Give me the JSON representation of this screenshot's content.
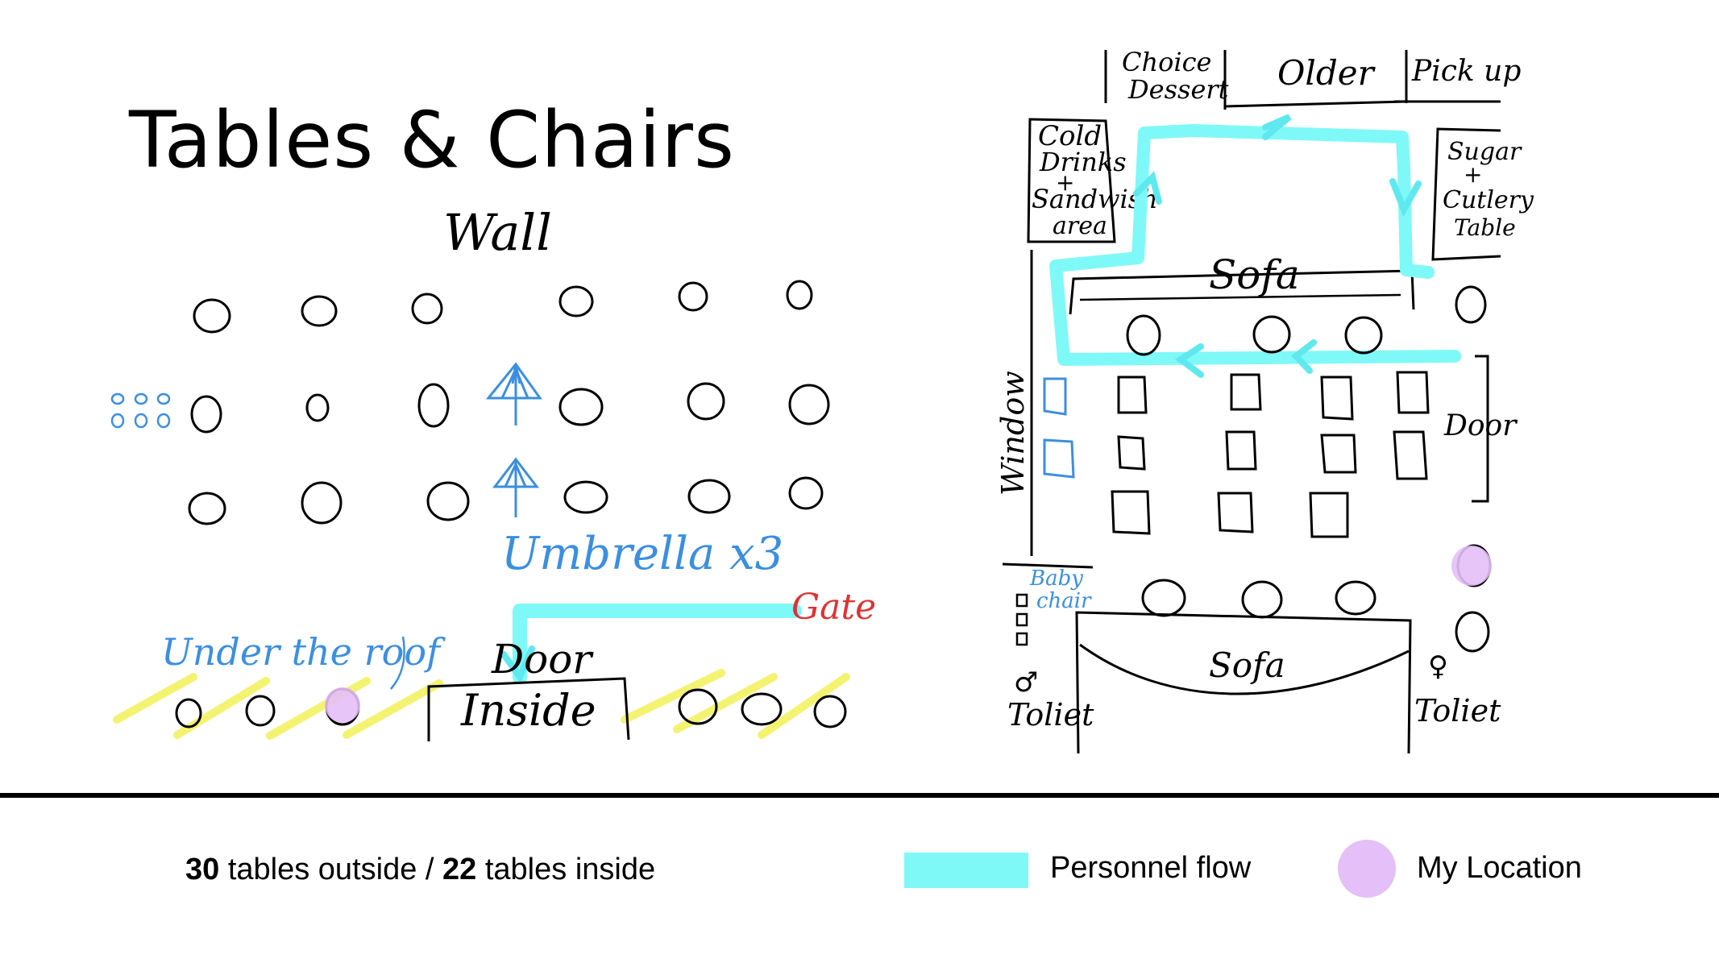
{
  "title": "Tables & Chairs",
  "outdoor": {
    "wall": "Wall",
    "umbrella": "Umbrella x3",
    "gate": "Gate",
    "under_roof": "Under the roof",
    "door": "Door",
    "inside": "Inside"
  },
  "indoor": {
    "choice_dessert_1": "Choice",
    "choice_dessert_2": "Dessert",
    "order": "Older",
    "pickup": "Pick up",
    "cold_1": "Cold",
    "cold_2": "Drinks",
    "cold_3": "+",
    "cold_4": "Sandwish",
    "cold_5": "area",
    "sugar_1": "Sugar",
    "sugar_2": "+",
    "sugar_3": "Cutlery",
    "sugar_4": "Table",
    "sofa_top": "Sofa",
    "sofa_bottom": "Sofa",
    "window": "Window",
    "door": "Door",
    "baby_1": "Baby",
    "baby_2": "chair",
    "male_symbol": "♂",
    "female_symbol": "♀",
    "toilet_left": "Toliet",
    "toilet_right": "Toliet"
  },
  "footer": {
    "outside_count": "30",
    "outside_text": " tables outside / ",
    "inside_count": "22",
    "inside_text": " tables inside"
  },
  "legend": {
    "flow_label": "Personnel flow",
    "location_label": "My Location",
    "flow_color": "#7ff8f8",
    "location_color": "#e4bff8"
  }
}
